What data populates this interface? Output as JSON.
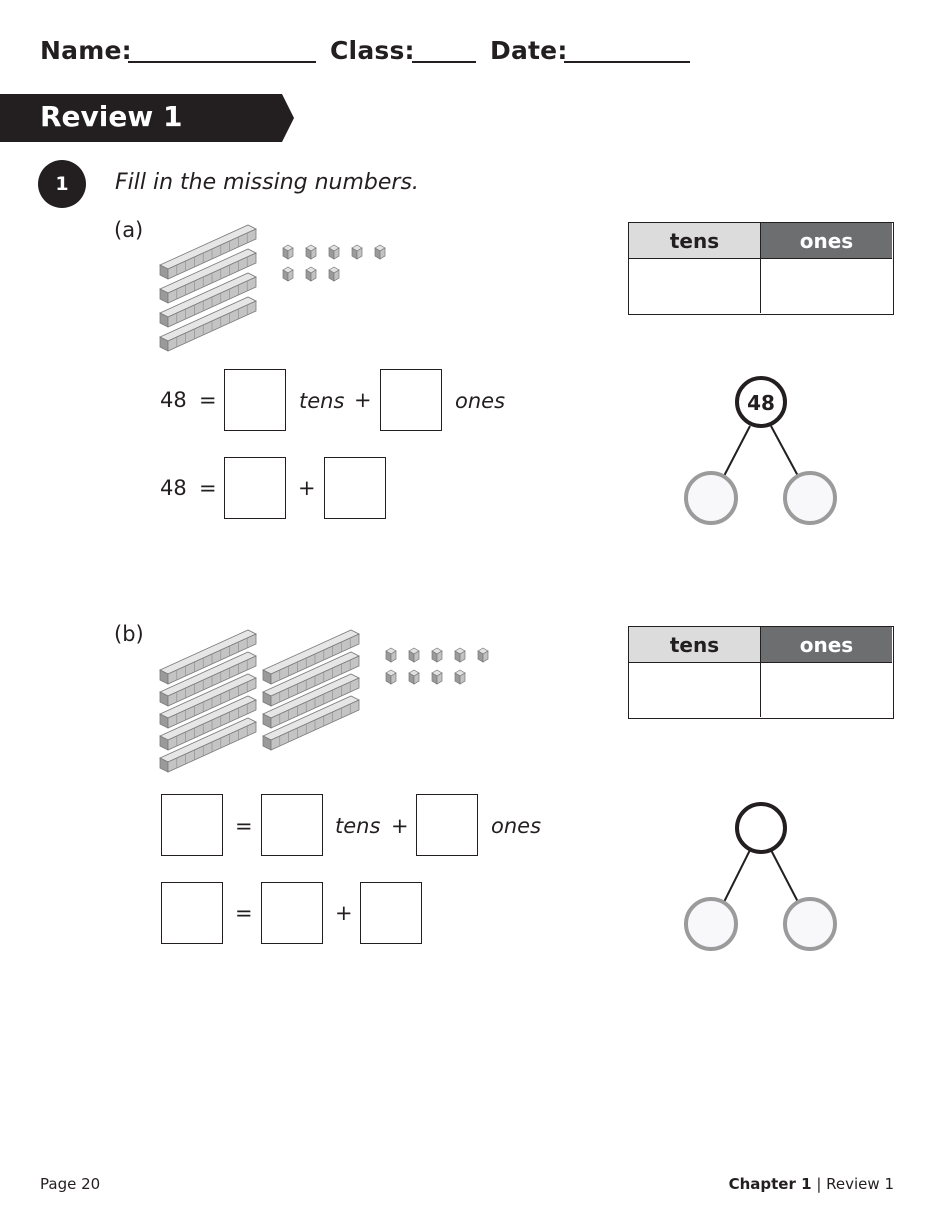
{
  "header": {
    "name_label": "Name:",
    "class_label": "Class:",
    "date_label": "Date:"
  },
  "banner": {
    "title": "Review 1"
  },
  "question": {
    "number": "1",
    "instruction": "Fill in the missing numbers."
  },
  "part_a": {
    "label": "(a)",
    "base_ten": {
      "tens": 4,
      "ones": 8
    },
    "eq1": {
      "lhs": "48",
      "equals": "=",
      "tens_word": "tens",
      "plus": "+",
      "ones_word": "ones"
    },
    "eq2": {
      "lhs": "48",
      "equals": "=",
      "plus": "+"
    },
    "table": {
      "col1": "tens",
      "col2": "ones"
    },
    "bond": {
      "whole": "48"
    }
  },
  "part_b": {
    "label": "(b)",
    "base_ten": {
      "tens": 9,
      "ones": 9
    },
    "eq1": {
      "equals": "=",
      "tens_word": "tens",
      "plus": "+",
      "ones_word": "ones"
    },
    "eq2": {
      "equals": "=",
      "plus": "+"
    },
    "table": {
      "col1": "tens",
      "col2": "ones"
    },
    "bond": {
      "whole": ""
    }
  },
  "footer": {
    "page": "Page 20",
    "chapter": "Chapter 1",
    "separator": "|",
    "section": "Review 1"
  }
}
